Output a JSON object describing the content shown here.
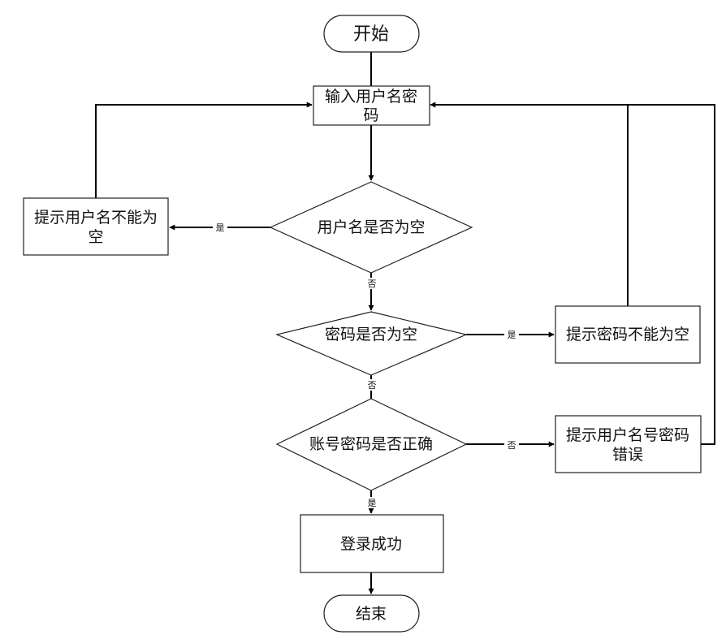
{
  "nodes": {
    "start": "开始",
    "input": [
      "输入用户名密",
      "码"
    ],
    "check_username": "用户名是否为空",
    "prompt_username": [
      "提示用户名不能为",
      "空"
    ],
    "check_password": "密码是否为空",
    "prompt_password": "提示密码不能为空",
    "check_account": "账号密码是否正确",
    "prompt_error": [
      "提示用户名号密码",
      "错误"
    ],
    "login_success": "登录成功",
    "end": "结束"
  },
  "edges": {
    "username_empty_yes": "是",
    "username_empty_no": "否",
    "password_empty_yes": "是",
    "password_empty_no": "否",
    "account_correct_no": "否",
    "account_correct_yes": "是"
  }
}
